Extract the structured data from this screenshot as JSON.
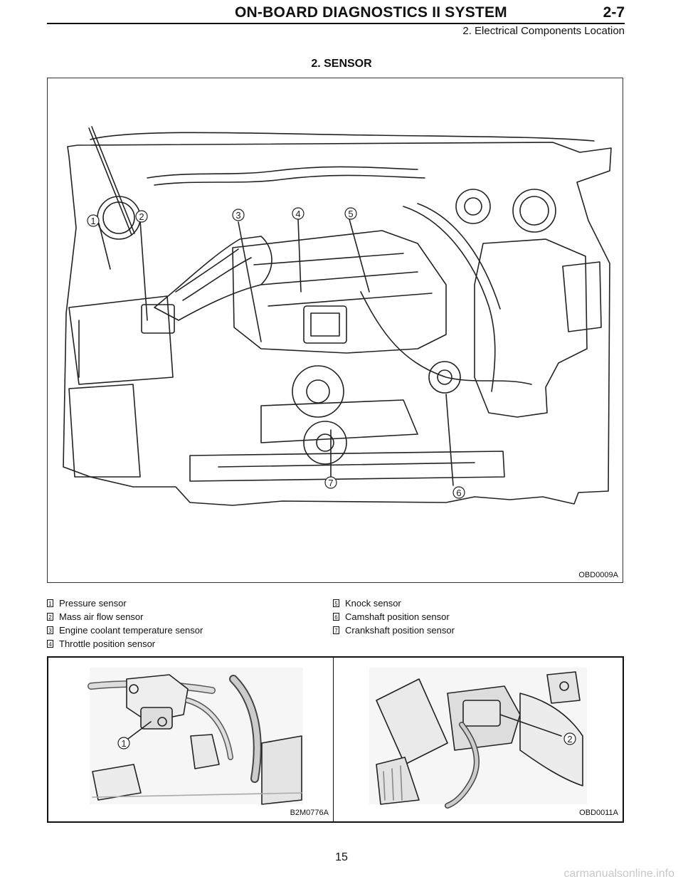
{
  "header": {
    "title": "ON-BOARD DIAGNOSTICS II SYSTEM",
    "section_number": "2-7",
    "subtitle": "2. Electrical Components Location"
  },
  "section_title": "2. SENSOR",
  "main_figure": {
    "code": "OBD0009A",
    "callouts": [
      "1",
      "2",
      "3",
      "4",
      "5",
      "6",
      "7"
    ]
  },
  "legend": {
    "column1": [
      {
        "num": "1",
        "label": "Pressure sensor"
      },
      {
        "num": "2",
        "label": "Mass air flow sensor"
      },
      {
        "num": "3",
        "label": "Engine coolant temperature sensor"
      },
      {
        "num": "4",
        "label": "Throttle position sensor"
      }
    ],
    "column2": [
      {
        "num": "5",
        "label": "Knock sensor"
      },
      {
        "num": "6",
        "label": "Camshaft position sensor"
      },
      {
        "num": "7",
        "label": "Crankshaft position sensor"
      }
    ]
  },
  "bottom_figures": {
    "left": {
      "code": "B2M0776A",
      "callout": "1"
    },
    "right": {
      "code": "OBD0011A",
      "callout": "2"
    }
  },
  "page_number": "15",
  "watermark": "carmanualsonline.info"
}
